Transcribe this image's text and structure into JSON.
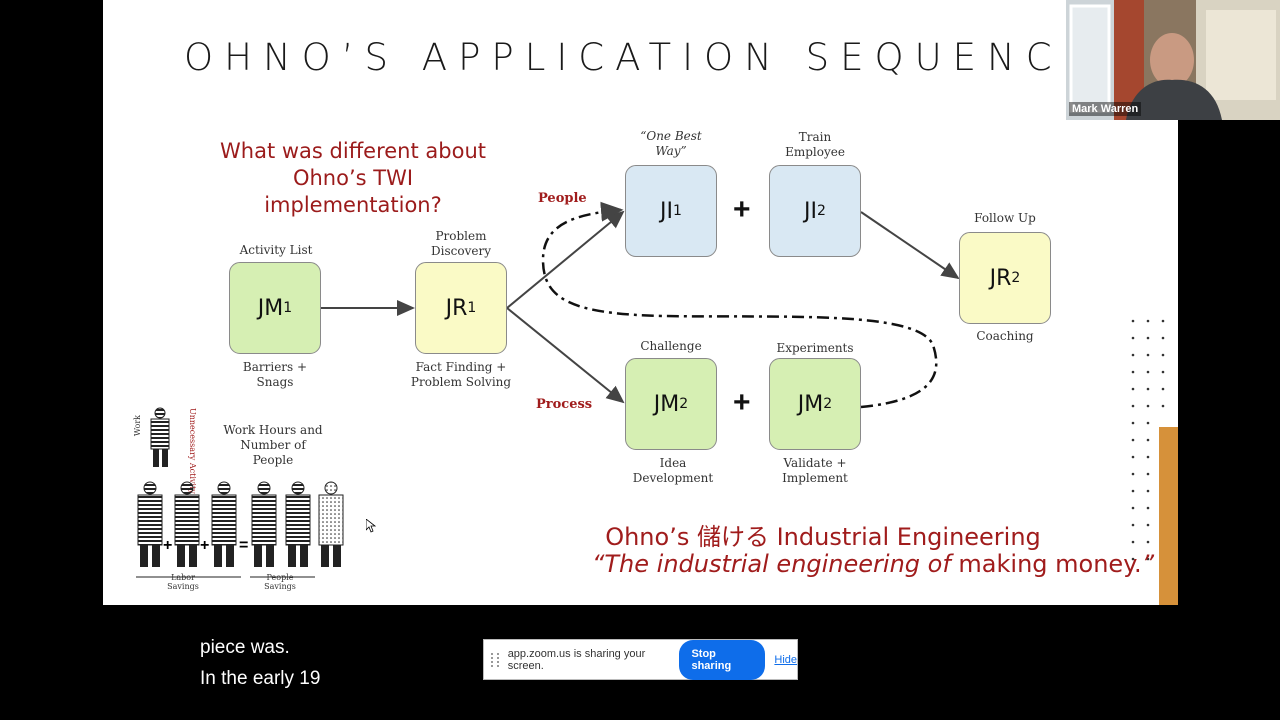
{
  "slide": {
    "title": "OHNO’S APPLICATION SEQUENCE",
    "question": "What was different about Ohno’s TWI implementation?",
    "people_label": "People",
    "process_label": "Process",
    "plus": "+",
    "nodes": {
      "jm1": {
        "main": "JM",
        "sub": "1",
        "above": "Activity List",
        "below": "Barriers + Snags"
      },
      "jr1": {
        "main": "JR",
        "sub": "1",
        "above": "Problem Discovery",
        "below": "Fact Finding + Problem Solving"
      },
      "ji1": {
        "main": "JI",
        "sub": "1",
        "above": "“One Best Way”"
      },
      "ji2": {
        "main": "JI",
        "sub": "2",
        "above": "Train Employee"
      },
      "jr2": {
        "main": "JR",
        "sub": "2",
        "above": "Follow Up",
        "below": "Coaching"
      },
      "jm2a": {
        "main": "JM",
        "sub": "2",
        "above": "Challenge",
        "below": "Idea Development"
      },
      "jm2b": {
        "main": "JM",
        "sub": "2",
        "above": "Experiments",
        "below": "Validate + Implement"
      }
    },
    "illustration": {
      "caption": "Work Hours and Number of People",
      "work": "Work",
      "unnecessary": "Unnecessary Activity",
      "labor_savings": "Labor Savings",
      "people_savings": "People Savings"
    },
    "footer_line1_pre": "Ohno’s ",
    "footer_line1_jp": "儲ける",
    "footer_line1_post": " Industrial Engineering",
    "footer_line2_italic": "“The industrial engineering of ",
    "footer_line2_normal": "making money.",
    "footer_line2_close": "”"
  },
  "webcam": {
    "name": "Mark Warren"
  },
  "captions": [
    "piece was.",
    "In the early 19"
  ],
  "share_bar": {
    "message": "app.zoom.us is sharing your screen.",
    "stop_label": "Stop sharing",
    "hide_label": "Hide"
  },
  "colors": {
    "accent_red": "#a01c1c",
    "green_box": "#d6efb3",
    "yellow_box": "#fafac6",
    "blue_box": "#d9e8f3",
    "orange": "#d6913a",
    "zoom_blue": "#0e6dea"
  }
}
